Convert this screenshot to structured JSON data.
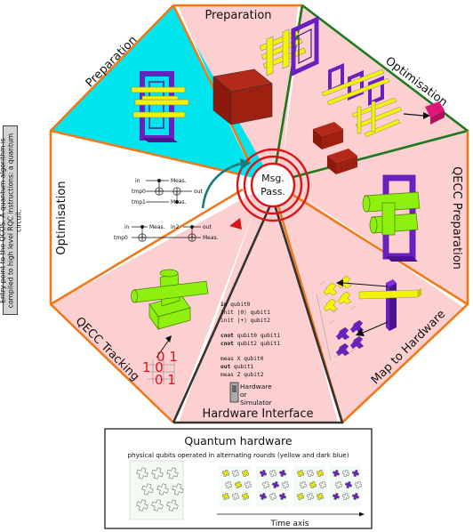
{
  "center": {
    "line1": "Msg.",
    "line2": "Pass."
  },
  "sectors": {
    "top": "Preparation",
    "upper_left": "Preparation",
    "upper_right": "Optimisation",
    "left": "Optimisation",
    "right": "QECC Preparation",
    "lower_left": "QECC Tracking",
    "lower_right": "Map to Hardware",
    "bottom": "Hardware Interface"
  },
  "side_note": "Entry point to the QCOS. A quantum algorithm is compiled to high level RQC instructions: a quantum circuit.",
  "circuit": {
    "upper": {
      "in": "in",
      "meas": "Meas.",
      "tmp0": "tmp0",
      "out": "out",
      "tmp1": "tmp1",
      "meas2": "Meas."
    },
    "lower": {
      "in": "in",
      "meas": "Meas.",
      "in2": "in2",
      "out": "out",
      "tmp0": "tmp0",
      "meas2": "Meas."
    }
  },
  "code": [
    {
      "kw": "in",
      "rest": " qubit0"
    },
    {
      "kw": "",
      "rest": "init |0⟩ qubit1"
    },
    {
      "kw": "",
      "rest": "init |+⟩ qubit2"
    },
    {
      "kw": "cnot",
      "rest": " qubit0 qubit1"
    },
    {
      "kw": "cnot",
      "rest": " qubit2 qubit1"
    },
    {
      "kw": "",
      "rest": "meas X qubit0"
    },
    {
      "kw": "out",
      "rest": " qubit1"
    },
    {
      "kw": "",
      "rest": "meas Z qubit2"
    }
  ],
  "device": {
    "line1": "Hardware",
    "line2": "or",
    "line3": "Simulator"
  },
  "tracking_digits": {
    "row1": "0 1",
    "row2": "1 0",
    "row3": "0 1"
  },
  "hardware": {
    "title": "Quantum hardware",
    "subtitle": "physical qubits operated in alternating rounds (yellow and dark blue)",
    "axis": "Time axis"
  },
  "colors": {
    "orange": "#f07a1a",
    "green": "#1f7a1f",
    "dark": "#333333",
    "pink": "#fcd0d0",
    "cyan": "#00e5ee",
    "white": "#ffffff",
    "purple": "#6a1fbf",
    "yellow": "#f2f20a",
    "lime": "#8ef00f",
    "darkred": "#8b1a0d",
    "magenta": "#e0167a",
    "teal": "#1a7a7a"
  }
}
